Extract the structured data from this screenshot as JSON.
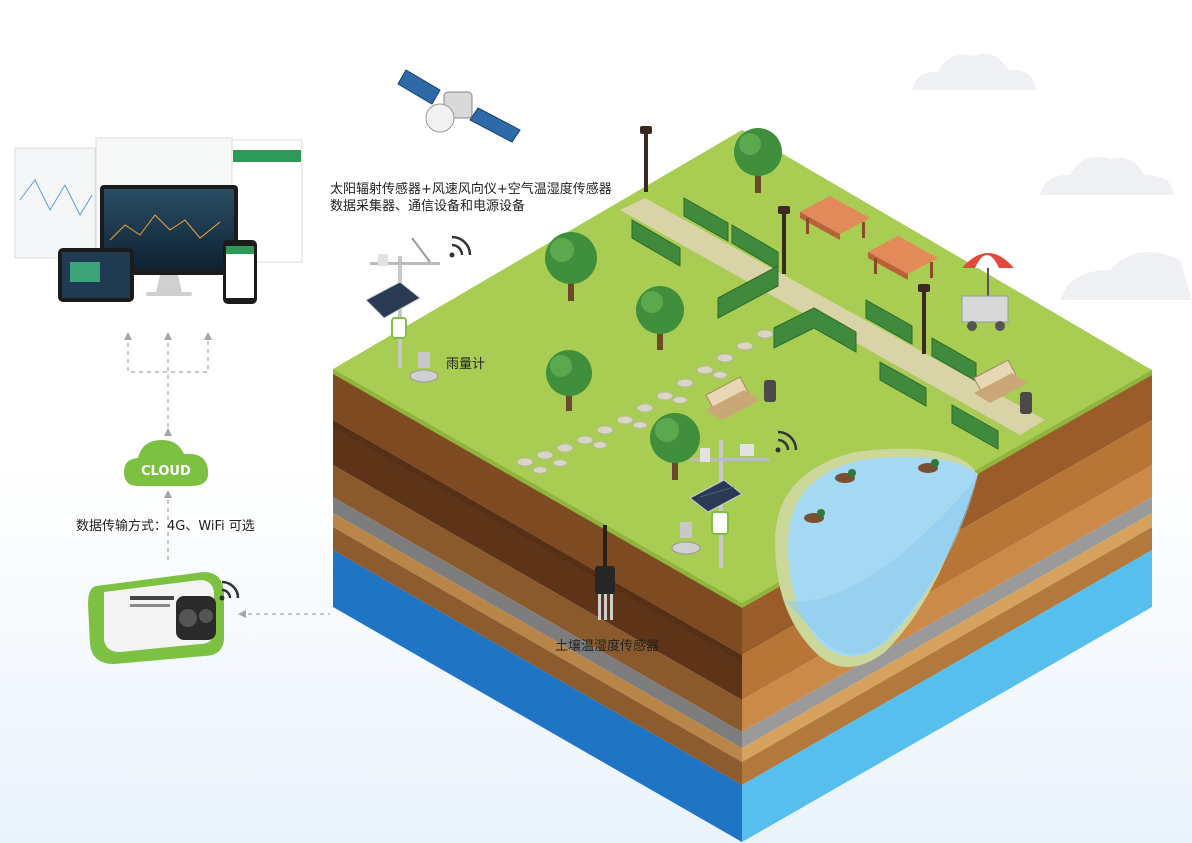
{
  "cloud_label": "CLOUD",
  "transmission_label": "数据传输方式：4G、WiFi 可选",
  "station_label_line1": "太阳辐射传感器+风速风向仪+空气温湿度传感器",
  "station_label_line2": "数据采集器、通信设备和电源设备",
  "rain_gauge_label": "雨量计",
  "soil_sensor_label": "土壤温湿度传感器",
  "icons": [
    "satellite-icon",
    "cloud-icon",
    "wifi-signal-icon",
    "monitor-icon",
    "tablet-icon",
    "phone-icon",
    "weather-station-icon",
    "rain-gauge-icon",
    "soil-sensor-icon",
    "data-logger-icon",
    "tree-icon",
    "bench-icon",
    "lamp-post-icon",
    "picnic-table-icon",
    "umbrella-icon",
    "duck-icon",
    "pond-icon"
  ],
  "colors": {
    "grass": "#a9cc52",
    "brand_green": "#7dc142",
    "water": "#a5d8f3",
    "deep_water": "#1f74c3"
  }
}
